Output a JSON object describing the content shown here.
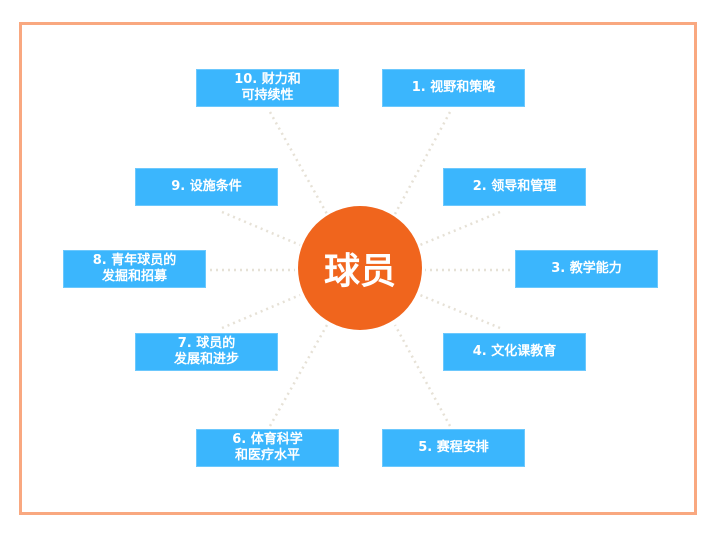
{
  "center": {
    "label": "球员",
    "color": "#f0651d"
  },
  "box_color": "#3bb6fd",
  "frame_color": "#f9a880",
  "items": [
    {
      "label": "1. 视野和策略"
    },
    {
      "label": "2. 领导和管理"
    },
    {
      "label": "3. 教学能力"
    },
    {
      "label": "4. 文化课教育"
    },
    {
      "label": "5. 赛程安排"
    },
    {
      "label": "6. 体育科学\n和医疗水平"
    },
    {
      "label": "7. 球员的\n发展和进步"
    },
    {
      "label": "8. 青年球员的\n发掘和招募"
    },
    {
      "label": "9. 设施条件"
    },
    {
      "label": "10. 财力和\n可持续性"
    }
  ]
}
